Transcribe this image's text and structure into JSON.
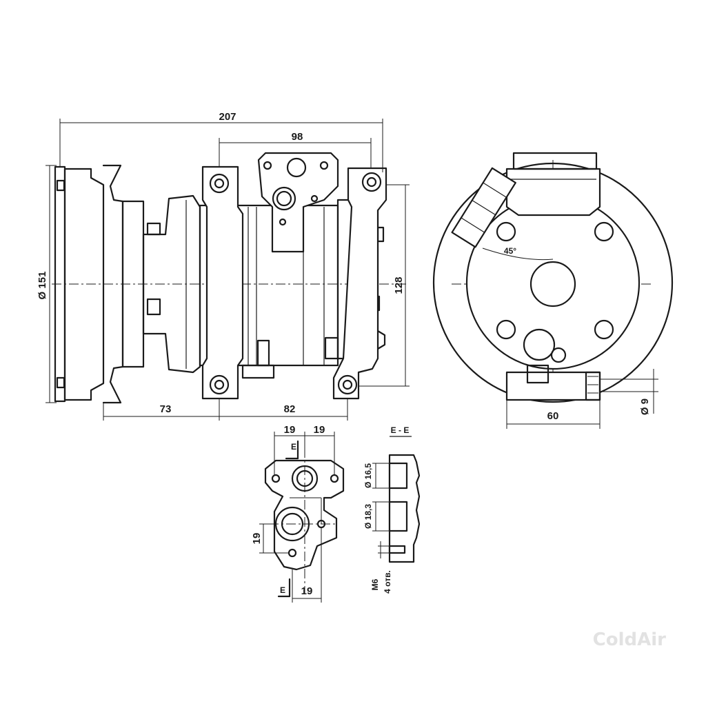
{
  "dimensions": {
    "overall_length": "207",
    "bracket_spacing": "98",
    "pulley_diameter": "Ø 151",
    "height": "128",
    "pulley_offset": "73",
    "bracket_base": "82",
    "end_view_width": "60",
    "hole_diameter": "Ø 9",
    "angle": "45°"
  },
  "flange_detail": {
    "top_left": "19",
    "top_right": "19",
    "side": "19",
    "bottom": "19",
    "section_mark_top": "E",
    "section_mark_bottom": "E"
  },
  "section": {
    "title": "E - E",
    "port_upper": "Ø 16,5",
    "port_lower": "Ø 18,3",
    "thread": "M6",
    "holes": "4 отв."
  },
  "brand": "ColdAir",
  "colors": {
    "line": "#1a1a1a",
    "background": "#ffffff",
    "watermark": "#e2e2e2"
  }
}
